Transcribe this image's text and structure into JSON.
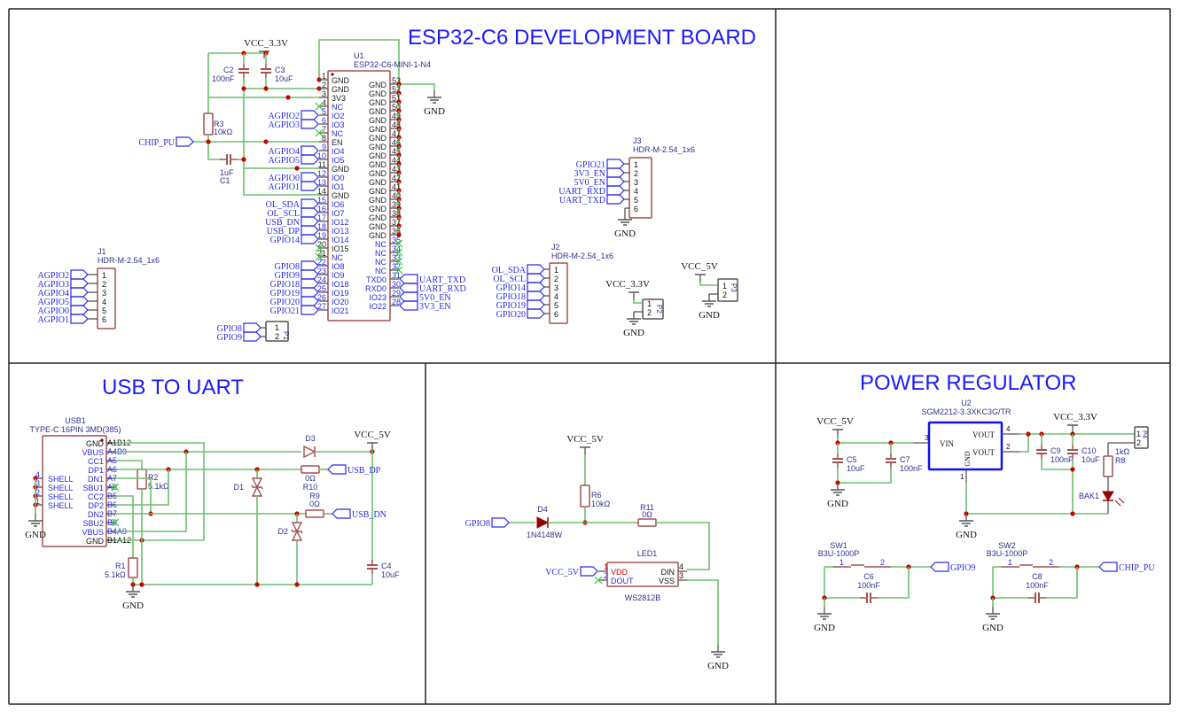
{
  "colors": {
    "wire": "#6cbf6c",
    "part": "#a0524f",
    "pin": "#555555",
    "junction": "#cc0000",
    "net": "#2a2ae6",
    "ref": "#303090",
    "title": "#1a1aff",
    "frame": "#222222",
    "nc": "#33cc33",
    "u2_border": "#1010ee"
  },
  "titles": {
    "esp": "ESP32-C6 DEVELOPMENT BOARD",
    "usb": "USB TO UART",
    "power": "POWER REGULATOR"
  },
  "esp": {
    "vcc": "VCC_3.3V",
    "gnd": "GND",
    "chip_pu": "CHIP_PU",
    "c2": {
      "ref": "C2",
      "value": "100nF"
    },
    "c3": {
      "ref": "C3",
      "value": "10uF"
    },
    "r3": {
      "ref": "R3",
      "value": "10kΩ"
    },
    "c1": {
      "ref": "C1",
      "value": "1uF"
    },
    "u1": {
      "ref": "U1",
      "value": "ESP32-C6-MINI-1-N4",
      "left_pins": [
        {
          "num": "1",
          "name": "GND",
          "net": ""
        },
        {
          "num": "2",
          "name": "GND",
          "net": ""
        },
        {
          "num": "3",
          "name": "3V3",
          "net": ""
        },
        {
          "num": "4",
          "name": "NC",
          "net": ""
        },
        {
          "num": "5",
          "name": "IO2",
          "net": "AGPIO2"
        },
        {
          "num": "6",
          "name": "IO3",
          "net": "AGPIO3"
        },
        {
          "num": "7",
          "name": "NC",
          "net": ""
        },
        {
          "num": "8",
          "name": "EN",
          "net": ""
        },
        {
          "num": "9",
          "name": "IO4",
          "net": "AGPIO4"
        },
        {
          "num": "10",
          "name": "IO5",
          "net": "AGPIO5"
        },
        {
          "num": "11",
          "name": "GND",
          "net": ""
        },
        {
          "num": "12",
          "name": "IO0",
          "net": "AGPIO0"
        },
        {
          "num": "13",
          "name": "IO1",
          "net": "AGPIO1"
        },
        {
          "num": "14",
          "name": "GND",
          "net": ""
        },
        {
          "num": "15",
          "name": "IO6",
          "net": "OL_SDA"
        },
        {
          "num": "16",
          "name": "IO7",
          "net": "OL_SCL"
        },
        {
          "num": "17",
          "name": "IO12",
          "net": "USB_DN"
        },
        {
          "num": "18",
          "name": "IO13",
          "net": "USB_DP"
        },
        {
          "num": "19",
          "name": "IO14",
          "net": "GPIO14"
        },
        {
          "num": "20",
          "name": "IO15",
          "net": ""
        },
        {
          "num": "21",
          "name": "NC",
          "net": ""
        },
        {
          "num": "22",
          "name": "IO8",
          "net": "GPIO8"
        },
        {
          "num": "23",
          "name": "IO9",
          "net": "GPIO9"
        },
        {
          "num": "24",
          "name": "IO18",
          "net": "GPIO18"
        },
        {
          "num": "25",
          "name": "IO19",
          "net": "GPIO19"
        },
        {
          "num": "26",
          "name": "IO20",
          "net": "GPIO20"
        },
        {
          "num": "27",
          "name": "IO21",
          "net": "GPIO21"
        }
      ],
      "right_pins": [
        {
          "num": "53",
          "name": "GND",
          "net": ""
        },
        {
          "num": "52",
          "name": "GND",
          "net": ""
        },
        {
          "num": "51",
          "name": "GND",
          "net": ""
        },
        {
          "num": "50",
          "name": "GND",
          "net": ""
        },
        {
          "num": "49",
          "name": "GND",
          "net": ""
        },
        {
          "num": "48",
          "name": "GND",
          "net": ""
        },
        {
          "num": "47",
          "name": "GND",
          "net": ""
        },
        {
          "num": "46",
          "name": "GND",
          "net": ""
        },
        {
          "num": "45",
          "name": "GND",
          "net": ""
        },
        {
          "num": "44",
          "name": "GND",
          "net": ""
        },
        {
          "num": "43",
          "name": "GND",
          "net": ""
        },
        {
          "num": "42",
          "name": "GND",
          "net": ""
        },
        {
          "num": "41",
          "name": "GND",
          "net": ""
        },
        {
          "num": "40",
          "name": "GND",
          "net": ""
        },
        {
          "num": "39",
          "name": "GND",
          "net": ""
        },
        {
          "num": "38",
          "name": "GND",
          "net": ""
        },
        {
          "num": "37",
          "name": "GND",
          "net": ""
        },
        {
          "num": "36",
          "name": "GND",
          "net": ""
        },
        {
          "num": "35",
          "name": "NC",
          "net": ""
        },
        {
          "num": "34",
          "name": "NC",
          "net": ""
        },
        {
          "num": "33",
          "name": "NC",
          "net": ""
        },
        {
          "num": "32",
          "name": "NC",
          "net": ""
        },
        {
          "num": "31",
          "name": "TXD0",
          "net": "UART_TXD"
        },
        {
          "num": "30",
          "name": "RXD0",
          "net": "UART_RXD"
        },
        {
          "num": "29",
          "name": "IO23",
          "net": "5V0_EN"
        },
        {
          "num": "28",
          "name": "IO22",
          "net": "3V3_EN"
        }
      ]
    },
    "j1": {
      "ref": "J1",
      "value": "HDR-M-2.54_1x6",
      "pins": [
        "1",
        "2",
        "3",
        "4",
        "5",
        "6"
      ],
      "nets": [
        "AGPIO2",
        "AGPIO3",
        "AGPIO4",
        "AGPIO5",
        "AGPIO0",
        "AGPIO1"
      ]
    },
    "p1": {
      "ref": "P1",
      "pins": [
        "1",
        "2"
      ],
      "nets": [
        "GPIO8",
        "GPIO9"
      ]
    },
    "j2": {
      "ref": "J2",
      "value": "HDR-M-2.54_1x6",
      "pins": [
        "1",
        "2",
        "3",
        "4",
        "5",
        "6"
      ],
      "nets": [
        "OL_SDA",
        "OL_SCL",
        "GPIO14",
        "GPIO18",
        "GPIO19",
        "GPIO20"
      ]
    },
    "j3": {
      "ref": "J3",
      "value": "HDR-M-2.54_1x6",
      "pins": [
        "1",
        "2",
        "3",
        "4",
        "5",
        "6"
      ],
      "nets": [
        "GPIO21",
        "3V3_EN",
        "5V0_EN",
        "UART_RXD",
        "UART_TXD"
      ],
      "gnd": "GND"
    },
    "p2": {
      "ref": "P2",
      "pins": [
        "1",
        "2"
      ],
      "vcc": "VCC_3.3V",
      "gnd": "GND"
    },
    "p3": {
      "ref": "P3",
      "pins": [
        "1",
        "2"
      ],
      "vcc": "VCC_5V",
      "gnd": "GND"
    }
  },
  "usb": {
    "usb1": {
      "ref": "USB1",
      "value": "TYPE-C 16PIN 3MD(385)",
      "right_pins": [
        {
          "name": "GND",
          "num": "A1B12"
        },
        {
          "name": "VBUS",
          "num": "A4B9"
        },
        {
          "name": "CC1",
          "num": "A5"
        },
        {
          "name": "DP1",
          "num": "A6"
        },
        {
          "name": "DN1",
          "num": "A7"
        },
        {
          "name": "SBU1",
          "num": "A8"
        },
        {
          "name": "CC2",
          "num": "B5"
        },
        {
          "name": "DP2",
          "num": "B6"
        },
        {
          "name": "DN2",
          "num": "B7"
        },
        {
          "name": "SBU2",
          "num": "B8"
        },
        {
          "name": "VBUS",
          "num": "B4A9"
        },
        {
          "name": "GND",
          "num": "B1A12"
        }
      ],
      "left_pins": [
        {
          "name": "SHELL",
          "num": "4"
        },
        {
          "name": "SHELL",
          "num": "3"
        },
        {
          "name": "SHELL",
          "num": "2"
        },
        {
          "name": "SHELL",
          "num": "1"
        }
      ]
    },
    "r1": {
      "ref": "R1",
      "value": "5.1kΩ"
    },
    "r2": {
      "ref": "R2",
      "value": "5.1kΩ"
    },
    "r9": {
      "ref": "R9",
      "value": "0Ω"
    },
    "r10": {
      "ref": "R10",
      "value": "0Ω"
    },
    "d1": "D1",
    "d2": "D2",
    "d3": "D3",
    "c4": {
      "ref": "C4",
      "value": "10uF"
    },
    "vcc": "VCC_5V",
    "gnd": "GND",
    "usb_dp": "USB_DP",
    "usb_dn": "USB_DN"
  },
  "led": {
    "vcc": "VCC_5V",
    "gnd": "GND",
    "gpio": "GPIO8",
    "vdd_flag": "VCC_5V",
    "r6": {
      "ref": "R6",
      "value": "10kΩ"
    },
    "d4": {
      "ref": "D4",
      "value": "1N4148W"
    },
    "r11": {
      "ref": "R11",
      "value": "0Ω"
    },
    "led1": {
      "ref": "LED1",
      "value": "WS2812B",
      "pins": {
        "vdd": {
          "num": "1",
          "name": "VDD"
        },
        "dout": {
          "num": "2",
          "name": "DOUT"
        },
        "din": {
          "num": "4",
          "name": "DIN"
        },
        "vss": {
          "num": "3",
          "name": "VSS"
        }
      }
    }
  },
  "power": {
    "u2": {
      "ref": "U2",
      "value": "SGM2212-3.3XKC3G/TR",
      "pins": {
        "vin": {
          "num": "3",
          "name": "VIN"
        },
        "vout1": {
          "num": "4",
          "name": "VOUT"
        },
        "vout2": {
          "num": "2",
          "name": "VOUT"
        },
        "gnd": {
          "num": "1",
          "name": "GND"
        }
      }
    },
    "vcc5": "VCC_5V",
    "vcc33": "VCC_3.3V",
    "gnd": "GND",
    "c5": {
      "ref": "C5",
      "value": "10uF"
    },
    "c7": {
      "ref": "C7",
      "value": "100nF"
    },
    "c9": {
      "ref": "C9",
      "value": "100nF"
    },
    "c10": {
      "ref": "C10",
      "value": "10uF"
    },
    "r8": {
      "ref": "R8",
      "value": "1kΩ"
    },
    "bak1": "BAK1",
    "p4": {
      "ref": "P4",
      "pins": [
        "1",
        "2"
      ]
    },
    "sw1": {
      "ref": "SW1",
      "value": "B3U-1000P",
      "pins": [
        "1",
        "2"
      ],
      "net": "GPIO9",
      "cap": {
        "ref": "C6",
        "value": "100nF"
      }
    },
    "sw2": {
      "ref": "SW2",
      "value": "B3U-1000P",
      "pins": [
        "1",
        "2"
      ],
      "net": "CHIP_PU",
      "cap": {
        "ref": "C8",
        "value": "100nF"
      }
    }
  }
}
